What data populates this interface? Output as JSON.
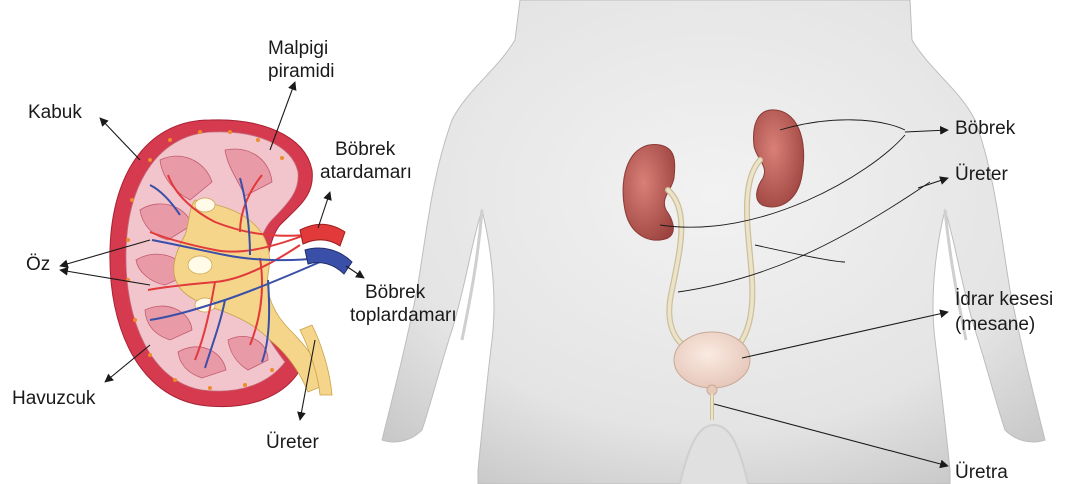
{
  "kidney_section": {
    "labels": {
      "malpigi_line1": "Malpigi",
      "malpigi_line2": "piramidi",
      "kabuk": "Kabuk",
      "bobrek_atar_line1": "Böbrek",
      "bobrek_atar_line2": "atardamarı",
      "oz": "Öz",
      "bobrek_toplar_line1": "Böbrek",
      "bobrek_toplar_line2": "toplardamarı",
      "havuzcuk": "Havuzcuk",
      "ureter": "Üreter"
    }
  },
  "urinary_system": {
    "labels": {
      "bobrek": "Böbrek",
      "ureter": "Üreter",
      "idrar_kesesi_line1": "İdrar kesesi",
      "idrar_kesesi_line2": "(mesane)",
      "uretra": "Üretra"
    }
  },
  "colors": {
    "cortex": "#d63a4e",
    "medulla_pink": "#f2c4cc",
    "pyramid": "#e89aa6",
    "pelvis_yellow": "#f4d58a",
    "artery": "#e23a3a",
    "vein": "#3a4fa8",
    "body_skin": "#e8e8e8",
    "kidney_organ": "#b85a55",
    "bladder": "#f0d8cc",
    "ureter_tube": "#e6d9b8"
  }
}
